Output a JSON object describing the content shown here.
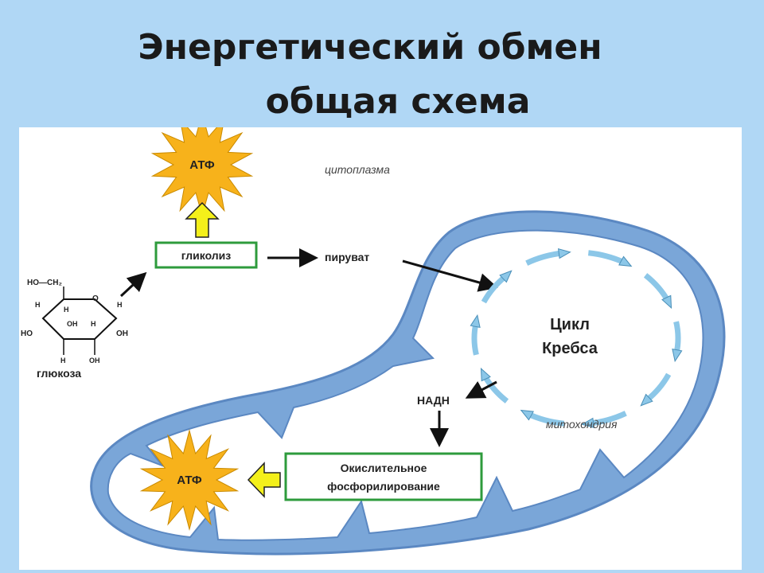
{
  "slide": {
    "title_line1": "Энергетический обмен",
    "title_line2": "общая схема"
  },
  "diagram": {
    "atp_top": "АТФ",
    "atp_bottom": "АТФ",
    "glycolysis": "гликолиз",
    "pyruvate": "пируват",
    "cytoplasm": "цитоплазма",
    "krebs_line1": "Цикл",
    "krebs_line2": "Кребса",
    "nadh": "НАДН",
    "oxphos_line1": "Окислительное",
    "oxphos_line2": "фосфорилирование",
    "mitochondria": "митохондрия",
    "glucose_label": "глюкоза",
    "glucose_formula": {
      "top": "HO—CH₂",
      "h": "H",
      "o": "O",
      "oh": "OH",
      "ho": "HO"
    }
  },
  "colors": {
    "background": "#b0d7f5",
    "membrane": "#7aa6d8",
    "membrane_edge": "#5b88c2",
    "box_border": "#2e9b3c",
    "star": "#f7b21b",
    "up_arrow": "#f4f01a",
    "krebs_arrow": "#8cc7e8"
  }
}
